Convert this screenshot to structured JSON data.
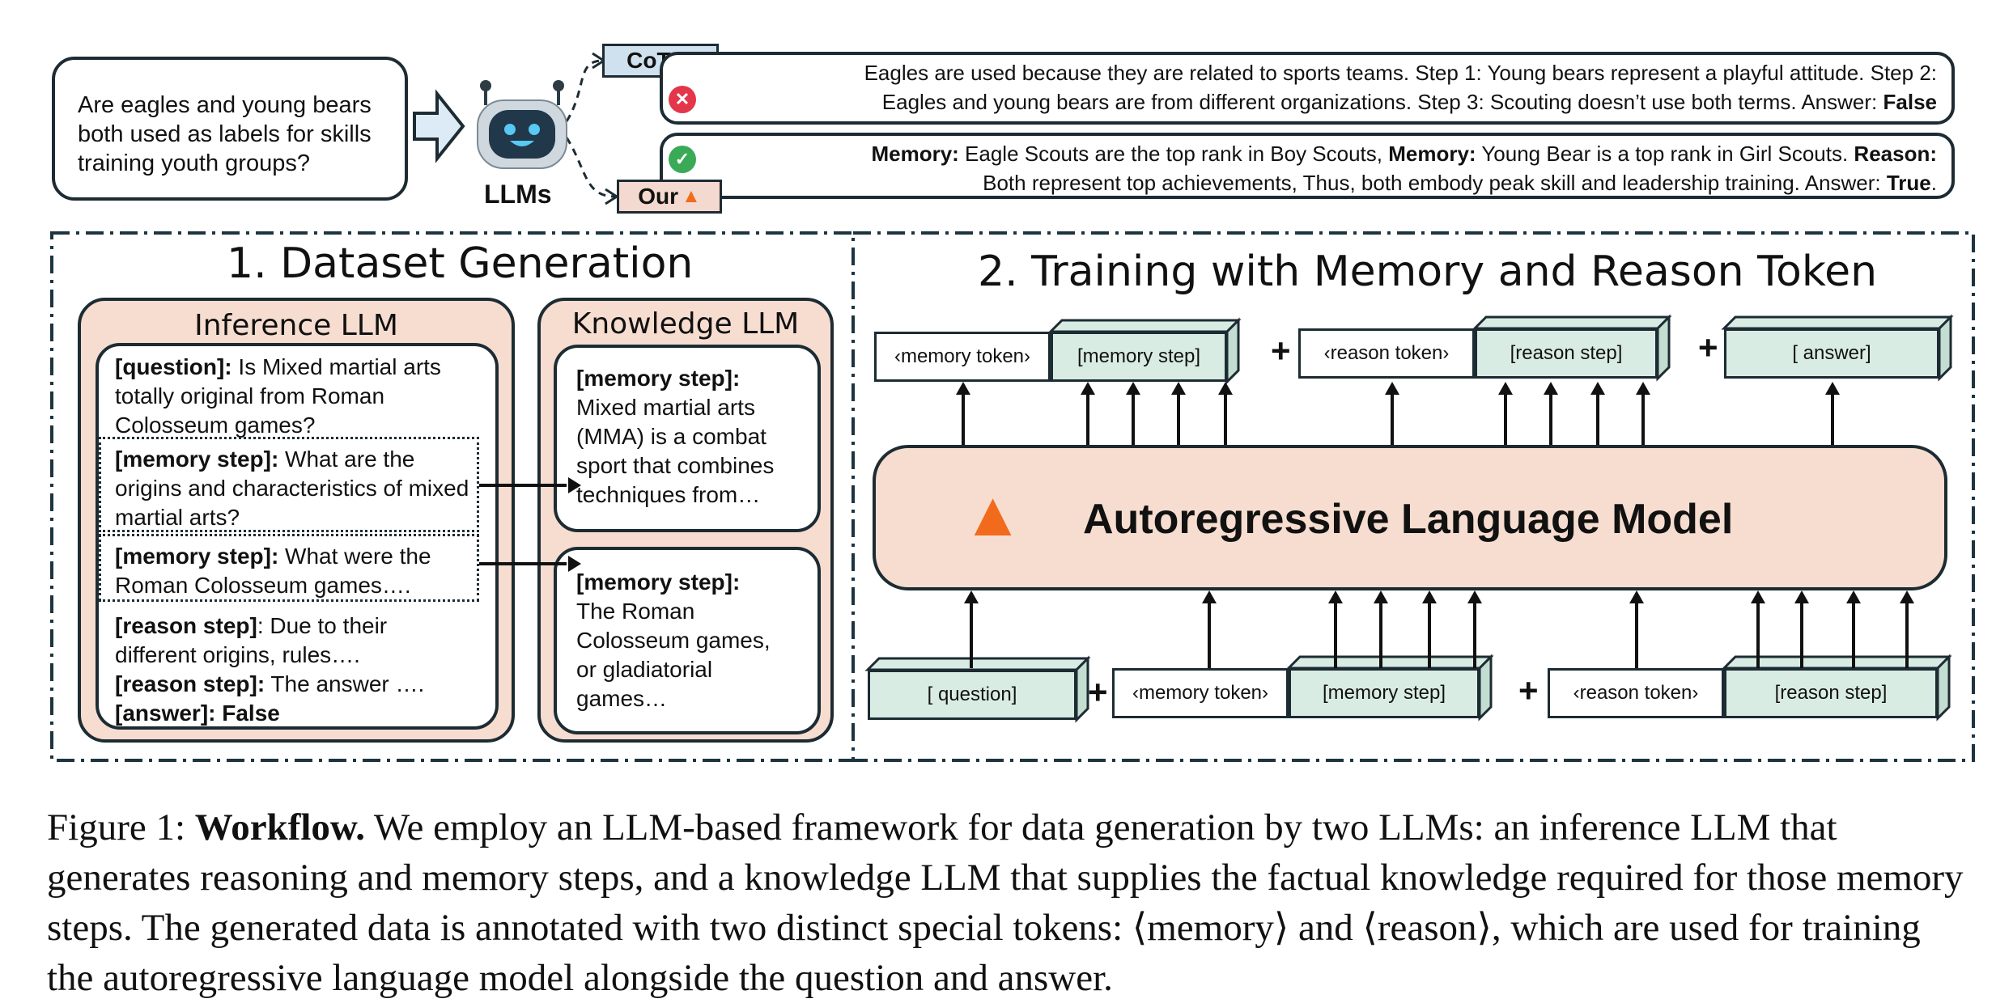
{
  "top": {
    "question": "Are eagles and young bears both used as labels for skills training youth groups?",
    "llms_label": "LLMs",
    "cot_tag": "CoT",
    "cot_tag_icon": "gear-icon",
    "our_tag": "Our",
    "our_tag_icon": "fire-icon",
    "cot_response": {
      "line1": "Eagles are used because they are related to sports teams. Step 1: Young bears represent a playful attitude. Step 2:",
      "line2_text": "Eagles and young bears are from different organizations. Step 3: Scouting doesn’t use both terms. Answer: ",
      "line2_bold": "False",
      "status_icon": "x-circle-icon",
      "status_color": "#e4364a"
    },
    "our_response": {
      "l1_b1": "Memory:",
      "l1_t1": " Eagle Scouts are the top rank in Boy Scouts, ",
      "l1_b2": "Memory:",
      "l1_t2": " Young Bear is a top rank in Girl Scouts. ",
      "l1_b3": "Reason:",
      "l2_text": "Both represent top achievements, Thus, both embody peak skill and leadership training. Answer: ",
      "l2_bold": "True",
      "l2_end": ".",
      "status_icon": "check-circle-icon",
      "status_color": "#3aaa57"
    }
  },
  "dataset": {
    "title": "1.  Dataset Generation",
    "inference_title": "Inference LLM",
    "knowledge_title": "Knowledge LLM",
    "inference": {
      "question_label": "[question]:",
      "question_text": " Is Mixed martial arts totally original from Roman Colosseum games?",
      "mem1_label": "[memory step]:",
      "mem1_text": " What are the origins and characteristics of mixed martial arts?",
      "mem2_label": "[memory step]:",
      "mem2_text": " What were the Roman Colosseum games….",
      "reason1_label": "[reason step]",
      "reason1_text": ": Due to their different origins, rules….",
      "reason2_label": "[reason step]:",
      "reason2_text": " The answer ….",
      "answer_label": "[answer]: False"
    },
    "knowledge": {
      "k1_label": "[memory step]:",
      "k1_text": "Mixed martial arts (MMA) is a combat sport that combines techniques from…",
      "k2_label": "[memory step]:",
      "k2_text": "The Roman Colosseum games, or gladiatorial games…"
    }
  },
  "training": {
    "title": "2. Training with Memory and Reason Token",
    "model_label": "Autoregressive Language Model",
    "model_icon": "fire-icon",
    "out_memory_token": "‹memory token›",
    "out_memory_step": "[memory step]",
    "out_reason_token": "‹reason token›",
    "out_reason_step": "[reason step]",
    "out_answer": "[ answer]",
    "in_question": "[ question]",
    "in_memory_token": "‹memory token›",
    "in_memory_step": "[memory step]",
    "in_reason_token": "‹reason token›",
    "in_reason_step": "[reason step]",
    "plus": "+"
  },
  "caption": {
    "prefix": "Figure 1: ",
    "bold": "Workflow.",
    "text": " We employ an LLM-based framework for data generation by two LLMs: an inference LLM that generates reasoning and memory steps, and a knowledge LLM that supplies the factual knowledge required for those memory steps. The generated data is annotated with two distinct special tokens: ⟨memory⟩ and ⟨reason⟩, which are used for training the autoregressive language model alongside the question and answer."
  },
  "colors": {
    "cot_tag_bg": "#cfe1ef",
    "our_tag_bg": "#f3d9cf",
    "panel_bg": "#f6ddd0",
    "token_green": "#d9ece3",
    "outline": "#1d2b33"
  }
}
